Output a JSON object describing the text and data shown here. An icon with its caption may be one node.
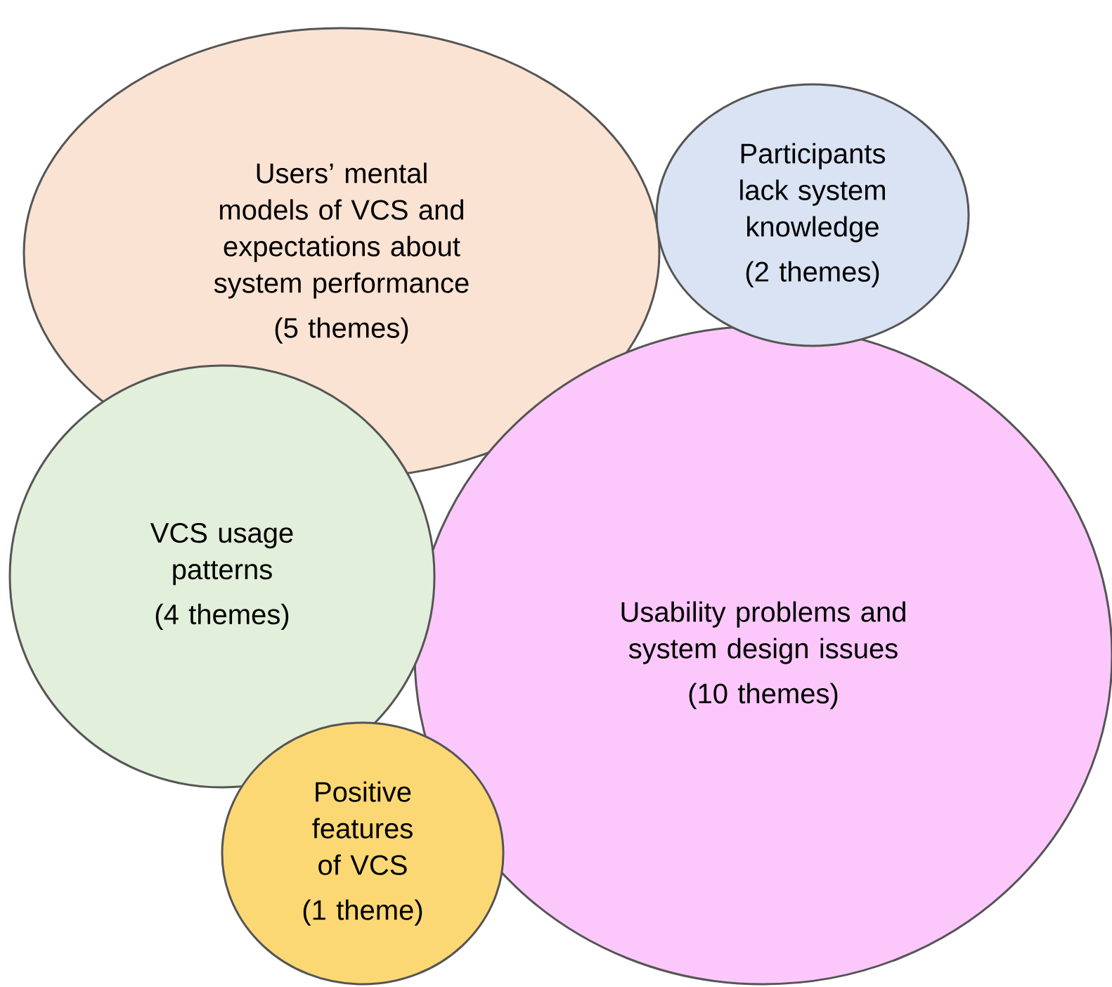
{
  "diagram": {
    "nodes": [
      {
        "text": [
          "Users’ mental models of VCS and expectations about system performance",
          "(5 themes)"
        ]
      },
      {
        "text": [
          "Participants lack system knowledge",
          "(2 themes)"
        ]
      },
      {
        "text": [
          "VCS usage patterns",
          "(4 themes)"
        ]
      },
      {
        "text": [
          "Usability problems and system design issues",
          "(10 themes)"
        ]
      },
      {
        "text": [
          "Positive features of VCS",
          "(1 theme)"
        ]
      }
    ]
  }
}
